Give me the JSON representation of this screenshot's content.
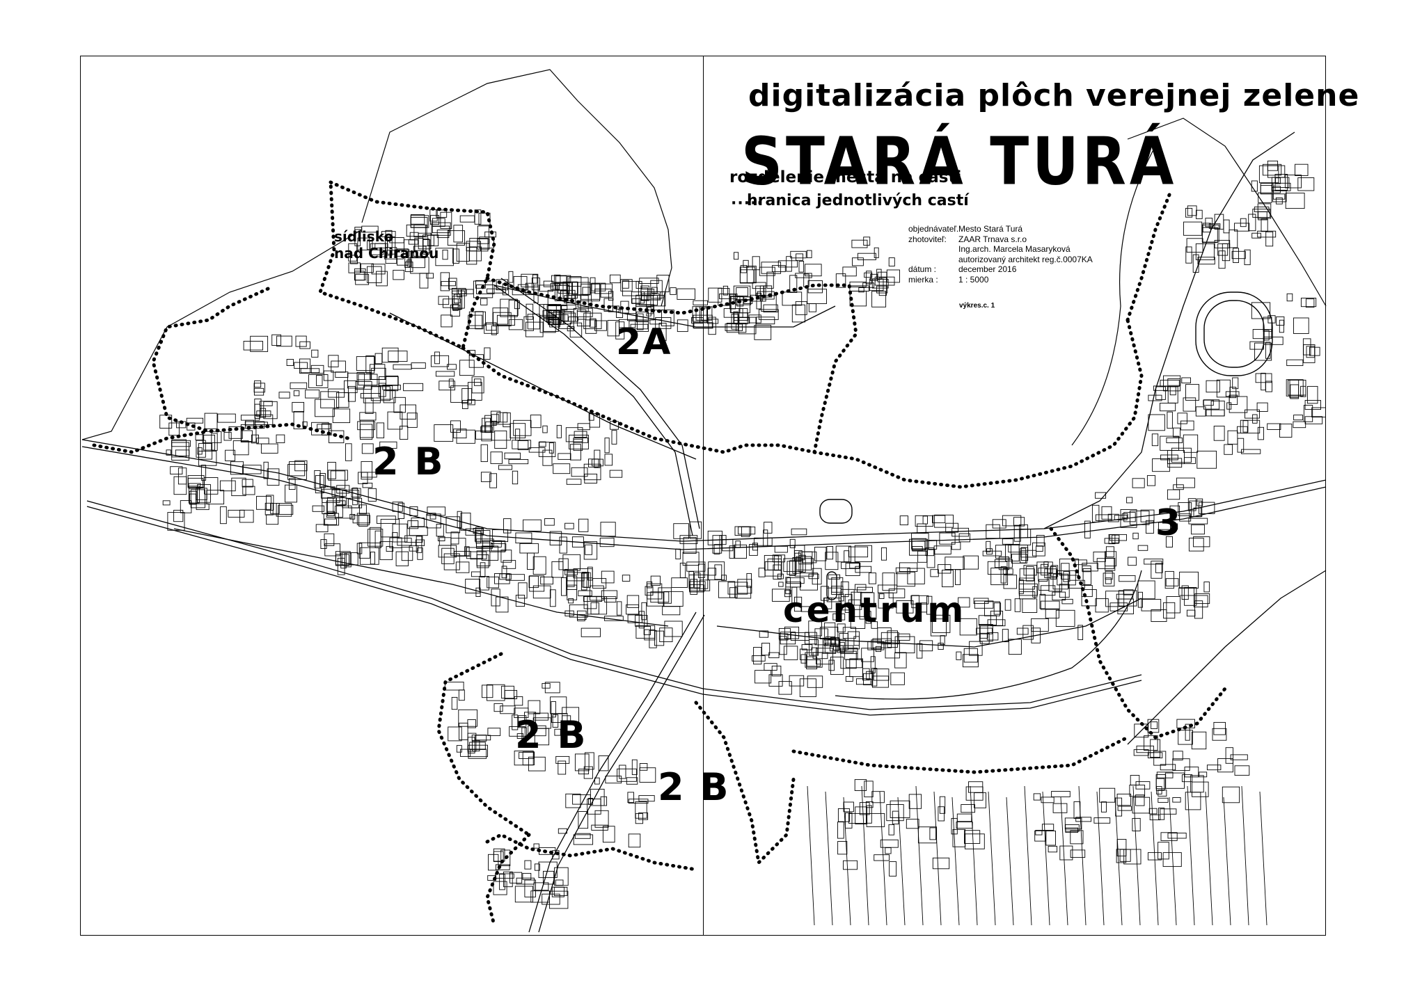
{
  "map": {
    "title": "digitalizácia plôch verejnej zelene",
    "town": "STARÁ  TURÁ",
    "subtitle": "rozdelenie mesta na casti",
    "legend": {
      "symbol": "·····",
      "label": "hranica jednotlivých castí"
    },
    "info": [
      {
        "key": "objednávateľ.",
        "value": "Mesto Stará Turá"
      },
      {
        "key": "zhotoviteľ:",
        "value": "ZAAR Trnava s.r.o"
      },
      {
        "key": "",
        "value": "Ing.arch. Marcela Masaryková"
      },
      {
        "key": "",
        "value": "autorizovaný architekt reg.č.0007KA"
      },
      {
        "key": "dátum :",
        "value": "december 2016"
      },
      {
        "key": "mierka :",
        "value": "1 : 5000"
      }
    ],
    "drawing_no": "výkres.c. 1",
    "zones": {
      "sidlisko_line1": "sídlisko",
      "sidlisko_line2": "nad Chiranou",
      "z2a": "2A",
      "z2b": "2 B",
      "centrum": "centrum",
      "z3": "3"
    },
    "colors": {
      "ink": "#000000",
      "paper": "#ffffff"
    }
  }
}
